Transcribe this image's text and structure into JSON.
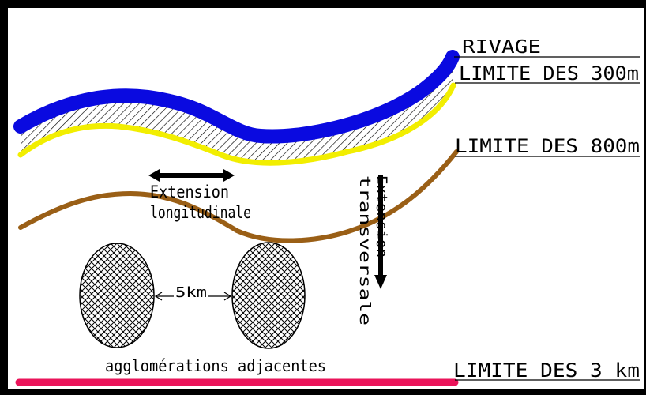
{
  "labels": {
    "rivage": "RIVAGE",
    "limite_300": "LIMITE DES 300m",
    "limite_800": "LIMITE DES 800m",
    "limite_3km": "LIMITE DES 3 km",
    "extension_longitudinale_line1": "Extension",
    "extension_longitudinale_line2": "longitudinale",
    "extension_transversale_line1": "Extension",
    "extension_transversale_line2": "transversale",
    "distance": "5km",
    "agglomerations": "agglomérations adjacentes"
  },
  "colors": {
    "frame": "#000000",
    "coast": "#0a0ae0",
    "limit_300": "#f2ee00",
    "limit_800": "#9a5f16",
    "limit_3km": "#ea145a",
    "hatch": "#000000"
  }
}
